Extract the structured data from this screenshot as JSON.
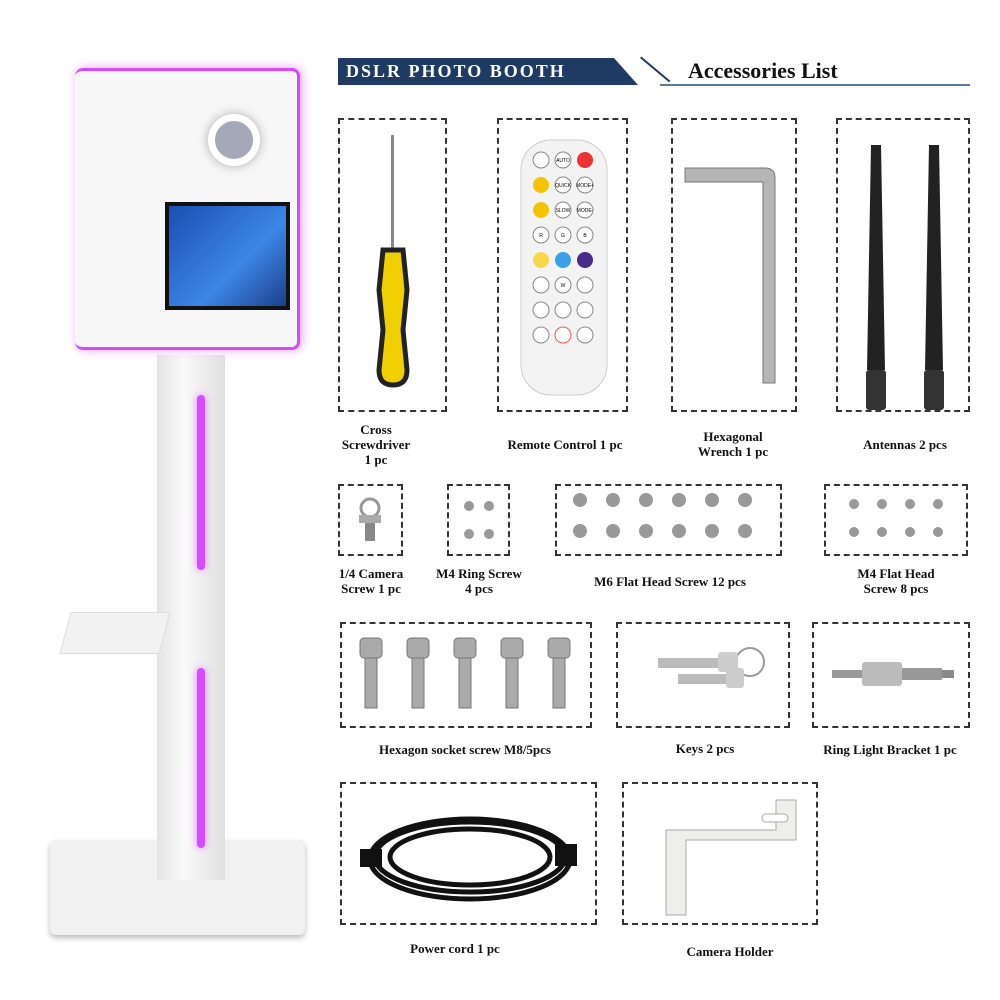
{
  "header": {
    "banner": "DSLR PHOTO BOOTH",
    "title": "Accessories List"
  },
  "remote_buttons": [
    "AUTO",
    "QUICK",
    "MODE+",
    "SLOW",
    "MODE-",
    "R",
    "G",
    "B",
    "W"
  ],
  "items": [
    {
      "label": "Cross Screwdriver 1 pc"
    },
    {
      "label": "Remote Control 1 pc"
    },
    {
      "label": "Hexagonal Wrench 1 pc"
    },
    {
      "label": "Antennas 2 pcs"
    },
    {
      "label": "1/4 Camera Screw 1 pc"
    },
    {
      "label": "M4 Ring Screw 4 pcs"
    },
    {
      "label": "M6 Flat Head Screw 12 pcs"
    },
    {
      "label": "M4 Flat Head Screw 8 pcs"
    },
    {
      "label": "Hexagon socket screw M8/5pcs"
    },
    {
      "label": "Keys 2 pcs"
    },
    {
      "label": "Ring Light Bracket 1 pc"
    },
    {
      "label": "Power cord 1 pc"
    },
    {
      "label": "Camera Holder"
    }
  ],
  "colors": {
    "banner": "#1f3a63",
    "led": "#d64bff",
    "screen": "#2f6fd0"
  }
}
